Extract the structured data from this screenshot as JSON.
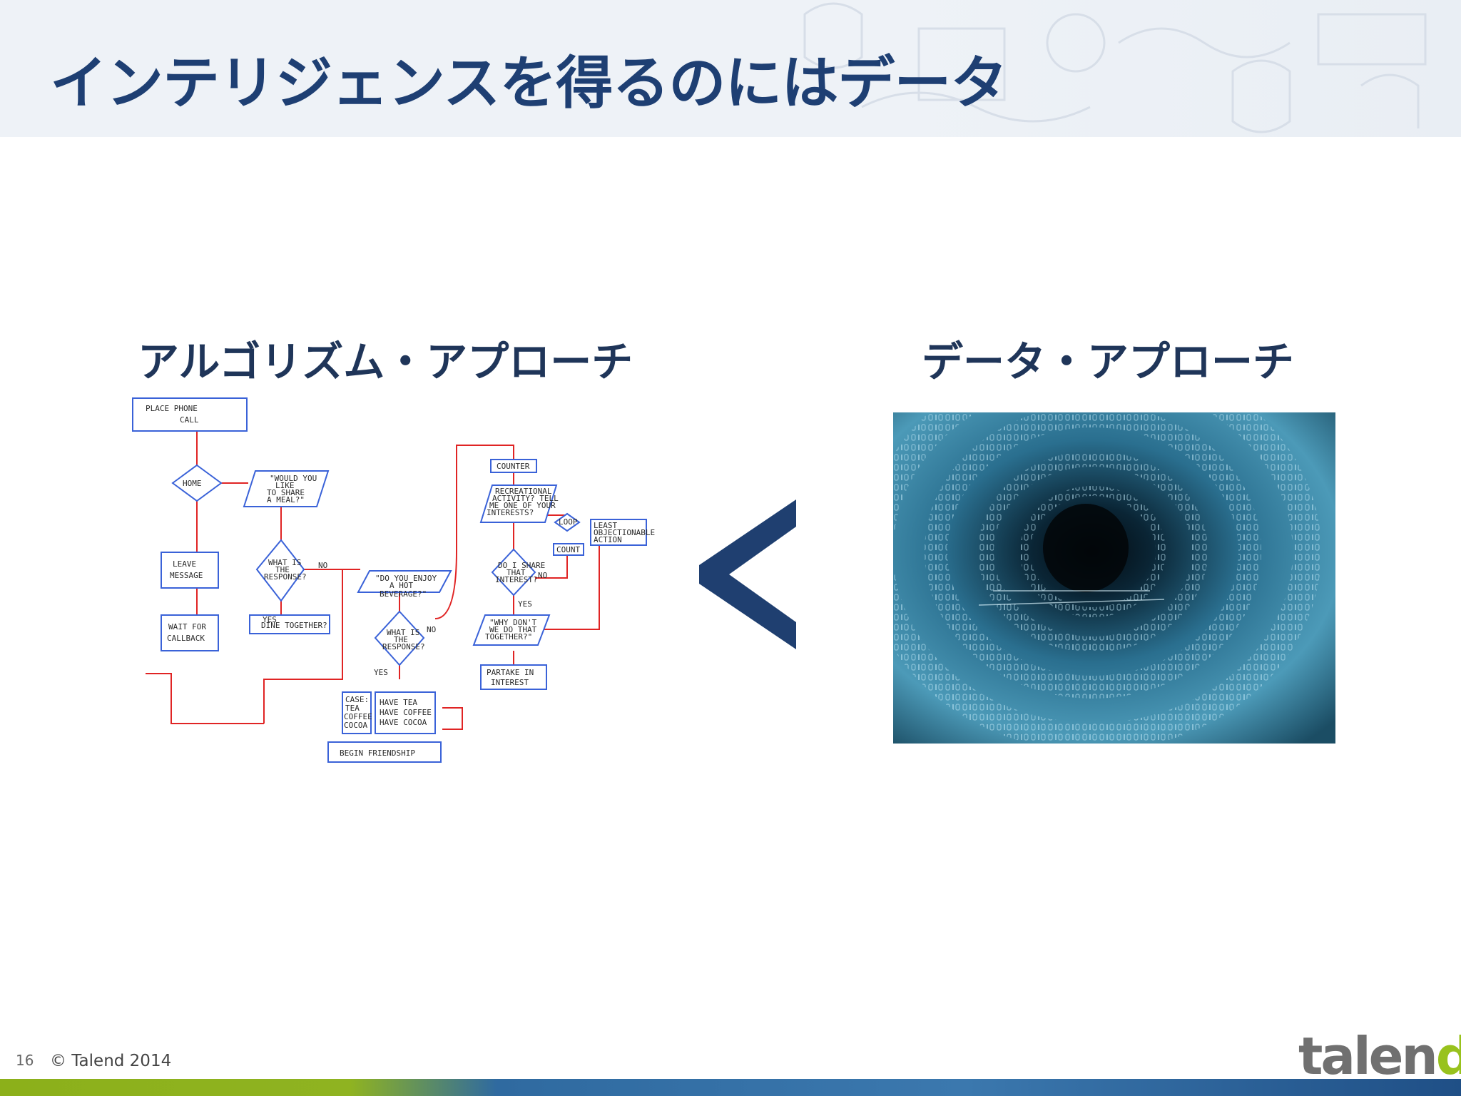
{
  "slide": {
    "title": "インテリジェンスを得るのにはデータ",
    "left_heading": "アルゴリズム・アプローチ",
    "right_heading": "データ・アプローチ",
    "comparison_symbol": "<"
  },
  "flowchart": {
    "nodes": {
      "place_call": "PLACE PHONE",
      "place_call_2": "CALL",
      "home": "HOME",
      "leave_message": "LEAVE",
      "leave_message_2": "MESSAGE",
      "wait_callback": "WAIT FOR",
      "wait_callback_2": "CALLBACK",
      "share_meal": "\"WOULD YOU",
      "share_meal_2": "LIKE",
      "share_meal_3": "TO SHARE",
      "share_meal_4": "A MEAL?\"",
      "response_1": "WHAT IS",
      "response_1b": "THE",
      "response_1c": "RESPONSE?",
      "dine_together": "DINE TOGETHER?",
      "hot_beverage": "\"DO YOU ENJOY",
      "hot_beverage_2": "A HOT",
      "hot_beverage_3": "BEVERAGE?\"",
      "response_2": "WHAT IS",
      "response_2b": "THE",
      "response_2c": "RESPONSE?",
      "choice": "CASE:",
      "choice_2": "TEA",
      "choice_3": "COFFEE",
      "choice_4": "COCOA",
      "have": "HAVE TEA",
      "have_2": "HAVE COFFEE",
      "have_3": "HAVE COCOA",
      "begin_friendship": "BEGIN FRIENDSHIP",
      "counter": "COUNTER",
      "recreation": "RECREATIONAL",
      "recreation_2": "ACTIVITY? TELL",
      "recreation_3": "ME ONE OF YOUR",
      "recreation_4": "INTERESTS?",
      "loop": "LOOP",
      "count": "COUNT",
      "least": "LEAST",
      "least_2": "OBJECTIONABLE",
      "least_3": "ACTION",
      "share_interest": "DO I SHARE",
      "share_interest_2": "THAT",
      "share_interest_3": "INTEREST?",
      "why_dont": "\"WHY DON'T",
      "why_dont_2": "WE DO THAT",
      "why_dont_3": "TOGETHER?\"",
      "partake": "PARTAKE IN",
      "partake_2": "INTEREST"
    },
    "edge_labels": {
      "no_1": "NO",
      "yes_1": "YES",
      "no_2": "NO",
      "yes_2": "YES",
      "no_3": "NO",
      "yes_3": "YES"
    }
  },
  "footer": {
    "page_number": "16",
    "copyright": "© Talend 2014",
    "logo_main": "talen",
    "logo_d": "d",
    "logo_star": "*"
  },
  "colors": {
    "title": "#1e3f73",
    "heading": "#1f3559",
    "flow_box": "#3a62d8",
    "flow_line": "#e02424",
    "chevron": "#1f3f70",
    "tunnel": "#2a7ea3",
    "logo_green": "#98c21d"
  }
}
